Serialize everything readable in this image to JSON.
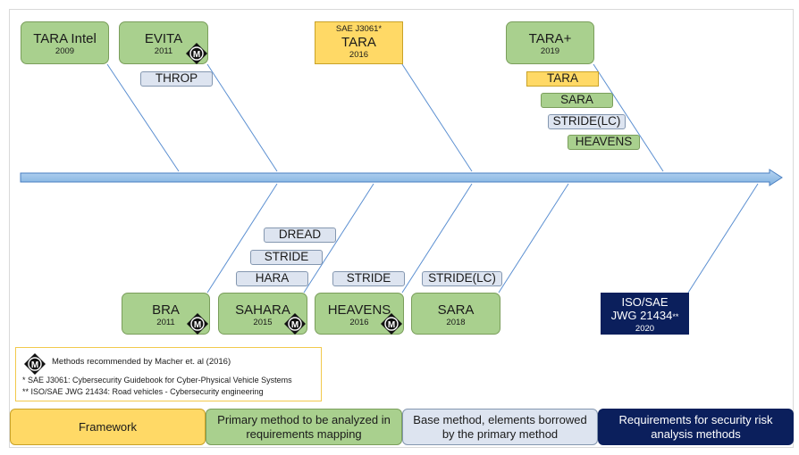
{
  "frameworks_top": [
    {
      "name": "TARA Intel",
      "year": "2009",
      "color": "green"
    },
    {
      "name": "EVITA",
      "year": "2011",
      "color": "green",
      "recommended": true
    },
    {
      "name": "TARA",
      "prefix": "SAE J3061*",
      "year": "2016",
      "color": "yellow"
    },
    {
      "name": "TARA+",
      "year": "2019",
      "color": "green"
    }
  ],
  "frameworks_bottom": [
    {
      "name": "BRA",
      "year": "2011",
      "color": "green",
      "recommended": true
    },
    {
      "name": "SAHARA",
      "year": "2015",
      "color": "green",
      "recommended": true
    },
    {
      "name": "HEAVENS",
      "year": "2016",
      "color": "green",
      "recommended": true
    },
    {
      "name": "SARA",
      "year": "2018",
      "color": "green"
    },
    {
      "name_line1": "ISO/SAE",
      "name_line2": "JWG 21434",
      "suffix": "**",
      "year": "2020",
      "color": "navy"
    }
  ],
  "methods": {
    "throp": "THROP",
    "taraplus_tara": "TARA",
    "taraplus_sara": "SARA",
    "taraplus_stride_lc": "STRIDE(LC)",
    "taraplus_heavens": "HEAVENS",
    "sahara_dread": "DREAD",
    "sahara_stride": "STRIDE",
    "sahara_hara": "HARA",
    "heavens_stride": "STRIDE",
    "sara_stride_lc": "STRIDE(LC)"
  },
  "badge_letter": "M",
  "legend": {
    "recommended": "Methods recommended by Macher et. al (2016)",
    "note1": "* SAE J3061: Cybersecurity Guidebook for Cyber-Physical Vehicle Systems",
    "note2": "** ISO/SAE JWG 21434: Road vehicles - Cybersecurity engineering"
  },
  "categories": [
    {
      "label": "Framework",
      "color": "#ffd966"
    },
    {
      "label": "Primary method to be analyzed in requirements mapping",
      "color": "#a9d08e"
    },
    {
      "label": "Base method, elements borrowed by the primary method",
      "color": "#dde4f0"
    },
    {
      "label": "Requirements for security risk analysis methods",
      "color": "#0b1f5c"
    }
  ],
  "colors": {
    "green": "#a9d08e",
    "yellow": "#ffd966",
    "light_blue": "#dde4f0",
    "navy": "#0b1f5c",
    "arrow": "#9dc3e6",
    "line": "#5b8fd1"
  }
}
